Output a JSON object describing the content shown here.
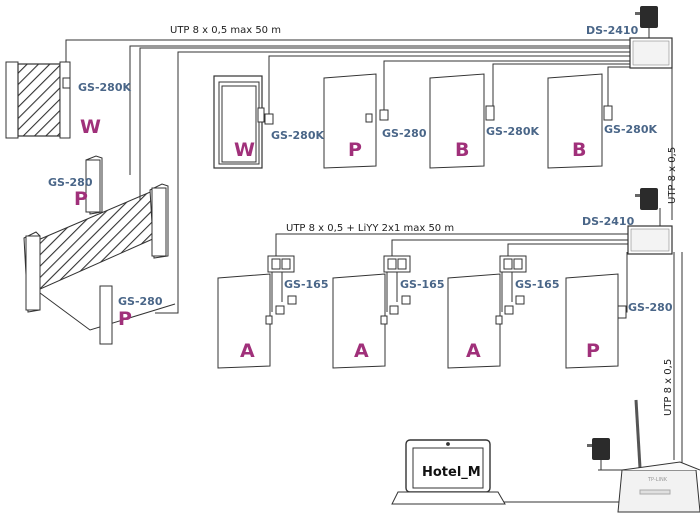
{
  "cables": {
    "top": "UTP 8 x 0,5  max 50 m",
    "middle": "UTP 8 x 0,5  + LiYY 2x1 max 50 m",
    "right_upper": "UTP 8 x 0,5",
    "right_lower": "UTP 8 x 0,5"
  },
  "controllers": {
    "upper": "DS-2410",
    "lower": "DS-2410"
  },
  "devices": {
    "gate_reader": "GS-280K",
    "barrier_reader_upper": "GS-280",
    "barrier_reader_lower": "GS-280",
    "door1_reader": "GS-280K",
    "door2_reader": "GS-280",
    "door3_reader": "GS-280K",
    "door4_reader": "GS-280K",
    "door5_reader": "GS-165",
    "door6_reader": "GS-165",
    "door7_reader": "GS-165",
    "door8_reader": "GS-280"
  },
  "rooms": {
    "gate": "W",
    "barrier_upper": "P",
    "barrier_lower": "P",
    "door1": "W",
    "door2": "P",
    "door3": "B",
    "door4": "B",
    "door5": "A",
    "door6": "A",
    "door7": "A",
    "door8": "P"
  },
  "laptop_screen": "Hotel_M",
  "router_label": "TP-LINK",
  "colors": {
    "line": "#333333",
    "device_label": "#4a6688",
    "room_label": "#a0307a"
  }
}
